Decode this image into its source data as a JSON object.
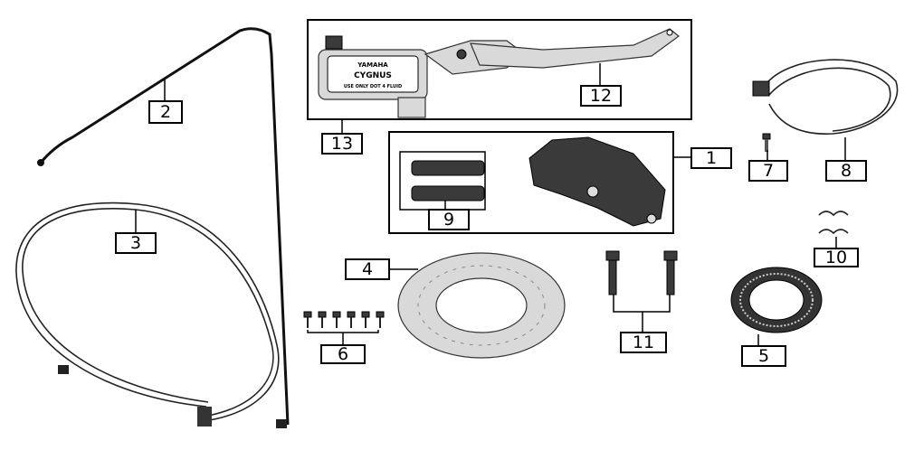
{
  "callouts": [
    {
      "id": "1",
      "label": "1"
    },
    {
      "id": "2",
      "label": "2"
    },
    {
      "id": "3",
      "label": "3"
    },
    {
      "id": "4",
      "label": "4"
    },
    {
      "id": "5",
      "label": "5"
    },
    {
      "id": "6",
      "label": "6"
    },
    {
      "id": "7",
      "label": "7"
    },
    {
      "id": "8",
      "label": "8"
    },
    {
      "id": "9",
      "label": "9"
    },
    {
      "id": "10",
      "label": "10"
    },
    {
      "id": "11",
      "label": "11"
    },
    {
      "id": "12",
      "label": "12"
    },
    {
      "id": "13",
      "label": "13"
    }
  ],
  "reservoir_logo": {
    "brand": "YAMAHA",
    "model": "CYGNUS",
    "notice": "USE ONLY DOT 4 FLUID"
  }
}
